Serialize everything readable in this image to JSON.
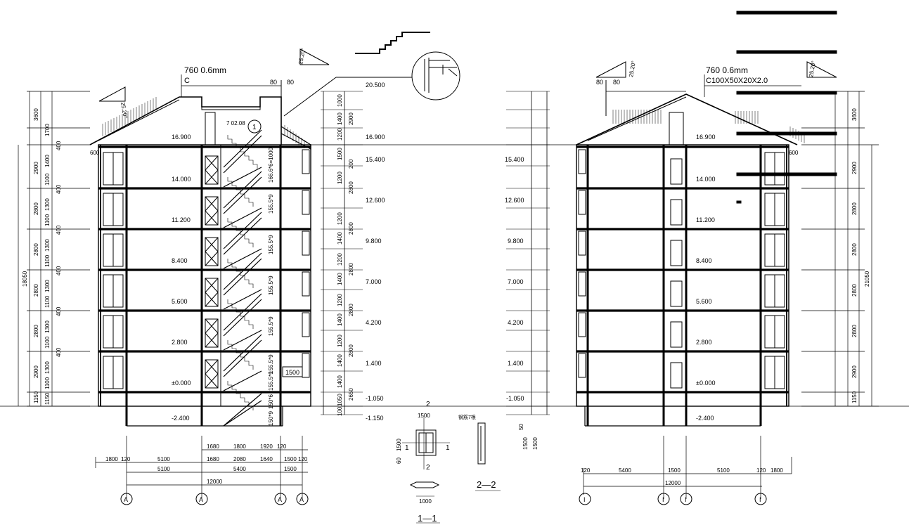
{
  "left_section": {
    "roof_spec": "760  0.6mm",
    "roof_axis": "C",
    "slope_label": "25.20°",
    "ridge_dims": [
      "80",
      "80"
    ],
    "stair_note": "7 02.08",
    "stair_detail_circle": "1",
    "left_edge_dim": "600",
    "left_dims_outer": [
      "3600",
      "2900",
      "2800",
      "2800",
      "2800",
      "2800",
      "2900",
      "1150"
    ],
    "left_dims_inner": [
      "1700",
      "400",
      "1400",
      "1100",
      "400",
      "1300",
      "1100",
      "400",
      "1300",
      "1100",
      "400",
      "1300",
      "1100",
      "400",
      "1300",
      "1100",
      "400",
      "1300",
      "1100",
      "1150"
    ],
    "total_height": "18050",
    "elevations": [
      {
        "label": "16.900"
      },
      {
        "label": "14.000"
      },
      {
        "label": "11.200"
      },
      {
        "label": "8.400"
      },
      {
        "label": "5.600"
      },
      {
        "label": "2.800"
      },
      {
        "label": "±0.000"
      },
      {
        "label": "-2.400"
      }
    ],
    "riser_labels": [
      "166.6*6=1000",
      "155.5*9",
      "155.5*9",
      "155.5*9",
      "155.5*9",
      "155.5*9",
      "155.5*9",
      "150*6",
      "150*9"
    ],
    "side_window_dim": "1500",
    "bottom_dims_row1": [
      "1680",
      "1800",
      "1920",
      "120"
    ],
    "bottom_dims_row2": [
      "1800",
      "120",
      "5100",
      "1680",
      "2080",
      "1640",
      "1500",
      "120"
    ],
    "bottom_dims_row3": [
      "5100",
      "5400",
      "1500"
    ],
    "bottom_total": "12000",
    "axes": [
      "A",
      "A",
      "A",
      "A"
    ]
  },
  "middle_column": {
    "dims": [
      "1000",
      "1400",
      "1200",
      "2900",
      "1500",
      "1200",
      "2800",
      "200",
      "1200",
      "1400",
      "2800",
      "1200",
      "1400",
      "2800",
      "1200",
      "1400",
      "2800",
      "1200",
      "1400",
      "2800",
      "1400",
      "2650",
      "1050",
      "100"
    ],
    "elevations": [
      "20.500",
      "16.900",
      "15.400",
      "12.600",
      "9.800",
      "7.000",
      "4.200",
      "1.400",
      "-1.050",
      "-1.150"
    ]
  },
  "right_section": {
    "roof_spec_top": "760  0.6mm",
    "roof_spec_bottom": "C100X50X20X2.0",
    "slope_label": "25.20°",
    "ridge_dims": [
      "80",
      "80"
    ],
    "right_edge_dim": "600",
    "left_elevations": [
      "15.400",
      "12.600",
      "9.800",
      "7.000",
      "4.200",
      "1.400",
      "-1.050"
    ],
    "elevations": [
      {
        "label": "16.900"
      },
      {
        "label": "14.000"
      },
      {
        "label": "11.200"
      },
      {
        "label": "8.400"
      },
      {
        "label": "5.600"
      },
      {
        "label": "2.800"
      },
      {
        "label": "±0.000"
      },
      {
        "label": "-2.400"
      }
    ],
    "right_dims_outer": [
      "3600",
      "2900",
      "2800",
      "2800",
      "2800",
      "2800",
      "2900",
      "1150"
    ],
    "total_height": "21050",
    "bottom_dims": [
      "120",
      "5400",
      "1500",
      "5100",
      "120",
      "1800"
    ],
    "bottom_total": "12000",
    "axes": [
      "I",
      "I",
      "I",
      "I"
    ]
  },
  "details": {
    "section_1_1_label": "1—1",
    "section_2_2_label": "2—2",
    "marker": "2",
    "marker_side": "1",
    "width_top": "1500",
    "width_bottom": "1000",
    "height_1": "1500",
    "height_2": "1500",
    "height_3": "1500",
    "dim_60": "60",
    "dim_50": "50",
    "note": "钢筋7根"
  }
}
